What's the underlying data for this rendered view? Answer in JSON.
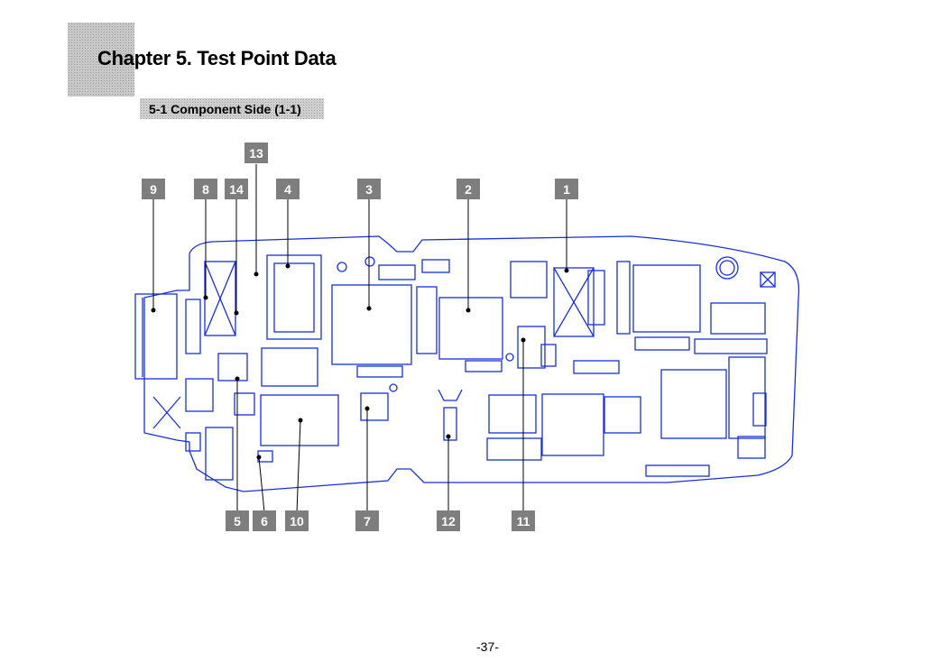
{
  "chapter": {
    "title": "Chapter 5. Test Point Data"
  },
  "section": {
    "title": "5-1  Component Side (1-1)"
  },
  "callouts": {
    "c1": "1",
    "c2": "2",
    "c3": "3",
    "c4": "4",
    "c5": "5",
    "c6": "6",
    "c7": "7",
    "c8": "8",
    "c9": "9",
    "c10": "10",
    "c11": "11",
    "c12": "12",
    "c13": "13",
    "c14": "14"
  },
  "page": {
    "number": "-37-"
  },
  "colors": {
    "board_outline": "#1a2fd6",
    "callout_bg": "#7e7e7e",
    "leader_line": "#000000"
  }
}
